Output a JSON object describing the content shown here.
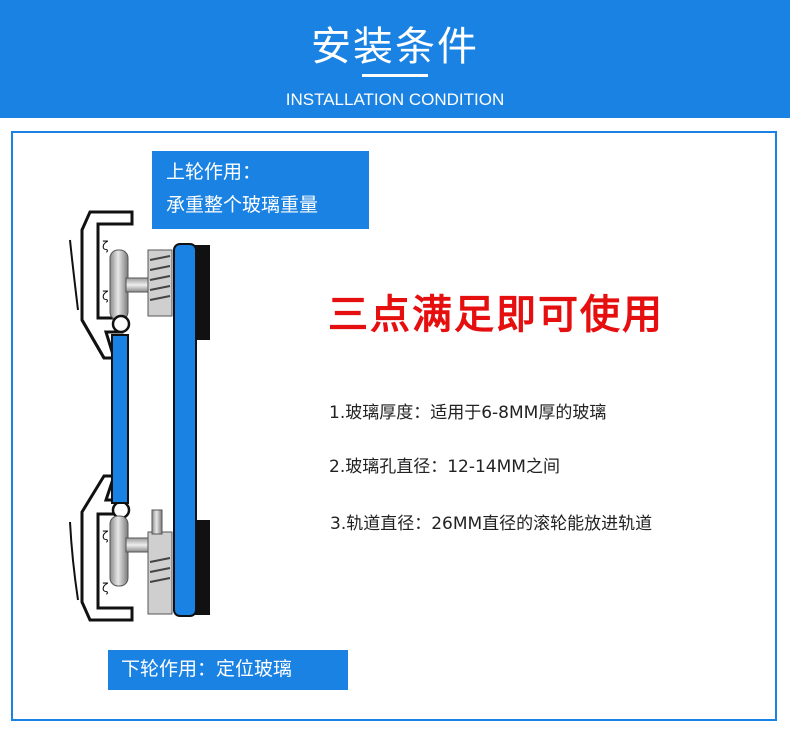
{
  "header": {
    "title": "安装条件",
    "subtitle": "INSTALLATION CONDITION"
  },
  "top_label": {
    "line1": "上轮作用：",
    "line2": "承重整个玻璃重量"
  },
  "bottom_label": "下轮作用：定位玻璃",
  "headline": "三点满足即可使用",
  "conditions": [
    "1.玻璃厚度：适用于6-8MM厚的玻璃",
    "2.玻璃孔直径：12-14MM之间",
    "3.轨道直径：26MM直径的滚轮能放进轨道"
  ],
  "colors": {
    "brand_blue": "#1a82e2",
    "headline_red": "#e60f0f",
    "text": "#222222"
  }
}
